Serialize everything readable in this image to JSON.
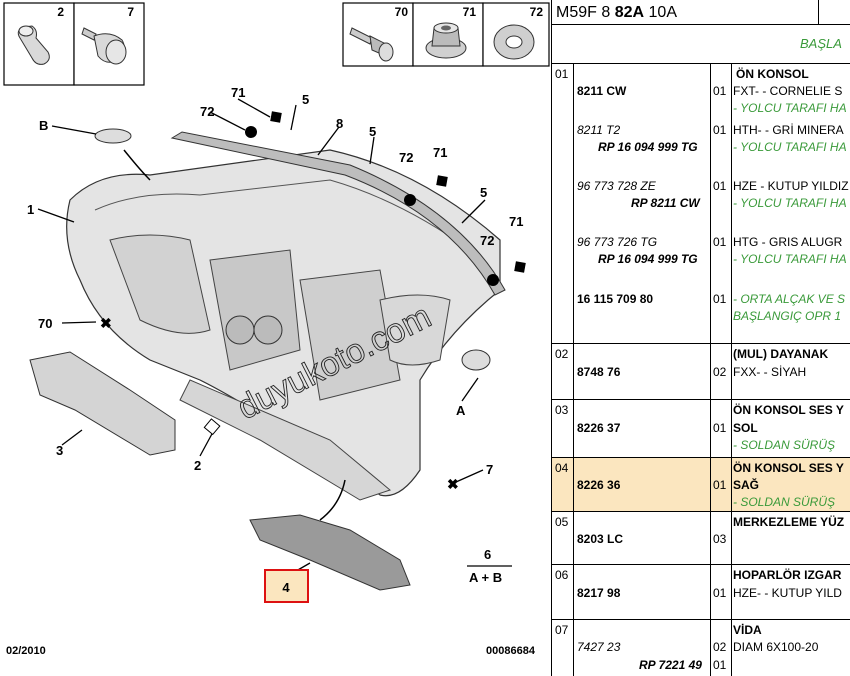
{
  "diagram": {
    "fasteners": [
      {
        "num": "2"
      },
      {
        "num": "7"
      },
      {
        "num": "70"
      },
      {
        "num": "71"
      },
      {
        "num": "72"
      }
    ],
    "callouts": {
      "B": "B",
      "A": "A",
      "n1": "1",
      "n2": "2",
      "n3": "3",
      "n4": "4",
      "n5a": "5",
      "n5b": "5",
      "n5c": "5",
      "n6": "6",
      "n6sub": "A + B",
      "n7": "7",
      "n8": "8",
      "n70": "70",
      "n71a": "71",
      "n71b": "71",
      "n71c": "71",
      "n72a": "72",
      "n72b": "72",
      "n72c": "72"
    },
    "date_code": "02/2010",
    "doc_number": "00086684",
    "watermark": "duyukoto.com"
  },
  "header": {
    "prefix": "M59F 8",
    "group": "82A",
    "suffix": "10A"
  },
  "subheader": "BAŞLA",
  "rows": [
    {
      "pos": "01",
      "lines": [
        {
          "ref": "8211 CW",
          "ref_bold": true,
          "qty": "01",
          "desc": "ÖN KONSOL",
          "desc_bold": true
        },
        {
          "desc": "FXT- - CORNELIE S"
        },
        {
          "desc": "- YOLCU TARAFI HA",
          "green": true
        },
        {
          "ref": "8211 T2",
          "ref_italic": true,
          "qty": "01",
          "desc": "HTH- - GRİ MINERA"
        },
        {
          "ref2": "RP 16 094 999 TG",
          "desc": "- YOLCU TARAFI HA",
          "green": true
        },
        {
          "ref": "96 773 728 ZE",
          "ref_italic": true,
          "qty": "01",
          "desc": "HZE - KUTUP YILDIZ"
        },
        {
          "ref2": "RP 8211 CW",
          "desc": "- YOLCU TARAFI HA",
          "green": true
        },
        {
          "ref": "96 773 726 TG",
          "ref_italic": true,
          "qty": "01",
          "desc": "HTG - GRIS ALUGR"
        },
        {
          "ref2": "RP 16 094 999 TG",
          "desc": "- YOLCU TARAFI HA",
          "green": true
        },
        {
          "ref": "16 115 709 80",
          "ref_bold": true,
          "qty": "01",
          "desc": "- ORTA ALÇAK VE S",
          "green": true
        },
        {
          "desc": "BAŞLANGIÇ OPR 1",
          "green": true
        }
      ]
    },
    {
      "pos": "02",
      "ref": "8748 76",
      "qty": "02",
      "desc1": "(MUL) DAYANAK",
      "desc2": "FXX- - SİYAH"
    },
    {
      "pos": "03",
      "ref": "8226 37",
      "qty": "01",
      "desc1": "ÖN KONSOL SES Y",
      "desc2": "SOL",
      "desc3": "- SOLDAN SÜRÜŞ"
    },
    {
      "pos": "04",
      "ref": "8226 36",
      "qty": "01",
      "desc1": "ÖN KONSOL SES Y",
      "desc2": "SAĞ",
      "desc3": "- SOLDAN SÜRÜŞ"
    },
    {
      "pos": "05",
      "ref": "8203 LC",
      "qty": "03",
      "desc1": "MERKEZLEME YÜZ"
    },
    {
      "pos": "06",
      "ref": "8217 98",
      "qty": "01",
      "desc1": "HOPARLÖR IZGAR",
      "desc2": "HZE- - KUTUP YILD"
    },
    {
      "pos": "07",
      "ref": "7427 23",
      "ref2": "RP 7221 49",
      "qty": "02",
      "qty2": "01",
      "desc1": "VİDA",
      "desc2": "DIAM 6X100-20"
    }
  ]
}
